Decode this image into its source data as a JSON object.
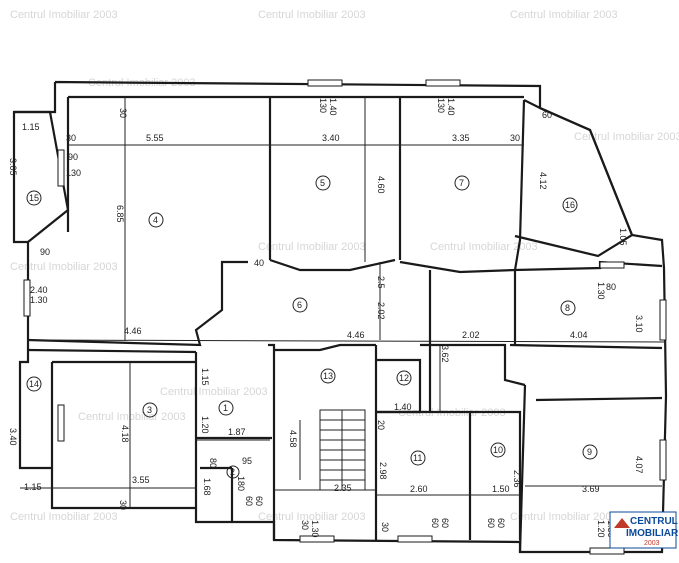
{
  "watermark": "Centrul Imobiliar 2003",
  "logo": {
    "line1": "CENTRUL",
    "line2": "IMOBILIAR",
    "line3": "2003",
    "accent": "#0b4a9a",
    "accent2": "#c0392b"
  },
  "rooms": [
    "1",
    "2",
    "3",
    "4",
    "5",
    "6",
    "7",
    "8",
    "9",
    "10",
    "11",
    "12",
    "13",
    "14",
    "15",
    "16"
  ],
  "dims": [
    "30",
    "5.55",
    "6.85",
    "30",
    "1.15",
    "3.05",
    "90",
    "130",
    "90",
    "2.40",
    "1.30",
    "4.46",
    "1.40",
    "130",
    "3.40",
    "4.60",
    "1.40",
    "130",
    "3.35",
    "30",
    "60",
    "4.12",
    "1.05",
    "40",
    "2.5",
    "2.02",
    "4.46",
    "3.62",
    "2.02",
    "4.04",
    "3.10",
    "1.30",
    "80",
    "1.15",
    "4.18",
    "3.55",
    "1.20",
    "80",
    "1.87",
    "4.58",
    "95",
    "1.68",
    "180",
    "60",
    "60",
    "30",
    "1.15",
    "3.40",
    "1.40",
    "20",
    "2.98",
    "2.60",
    "1.50",
    "2.36",
    "30",
    "60",
    "60",
    "60",
    "60",
    "3.69",
    "4.07",
    "1.20",
    "1.30",
    "2.35",
    "30",
    "1.30"
  ]
}
